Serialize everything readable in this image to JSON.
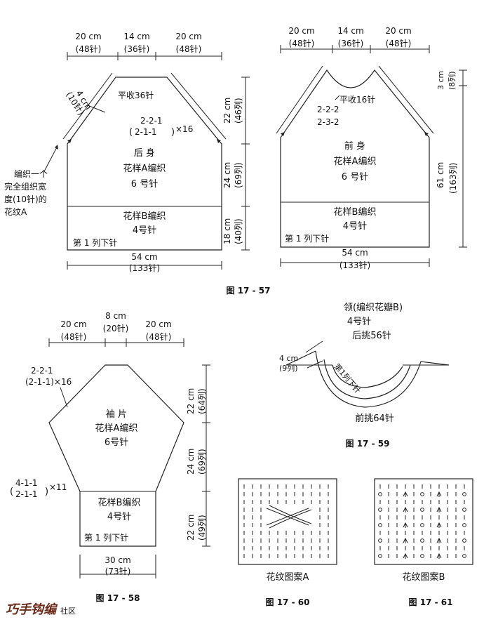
{
  "fig57": {
    "back": {
      "top_widths": [
        [
          "20 cm",
          "(48针)"
        ],
        [
          "14 cm",
          "(36针)"
        ],
        [
          "20 cm",
          "(48针)"
        ]
      ],
      "shoulder": [
        "4 cm",
        "(10针)"
      ],
      "bind_off": "平收36针",
      "decrease_a": "2-2-1",
      "decrease_b": "2-1-1",
      "decrease_times": "×16",
      "heights": [
        [
          "22 cm",
          "(46列)"
        ],
        [
          "24 cm",
          "(69列)"
        ],
        [
          "18 cm",
          "(40列)"
        ]
      ],
      "note": [
        "编织一个",
        "完全组织宽",
        "度(10针)的",
        "花纹A"
      ],
      "name": "后  身",
      "pattern_a": "花样A编织",
      "needle_a": "6 号针",
      "pattern_b": "花样B编织",
      "needle_b": "4号针",
      "cast_on": "第 1 列下针",
      "width": [
        "54 cm",
        "(133针)"
      ]
    },
    "front": {
      "top_widths": [
        [
          "20 cm",
          "(48针)"
        ],
        [
          "14 cm",
          "(36针)"
        ],
        [
          "20 cm",
          "(48针)"
        ]
      ],
      "neck_depth": [
        "3 cm",
        "(8列)"
      ],
      "bind_off": "平收16针",
      "dec1": "2-2-2",
      "dec2": "2-3-2",
      "total_height": [
        "61 cm",
        "(163列)"
      ],
      "name": "前  身",
      "pattern_a": "花样A编织",
      "needle_a": "6 号针",
      "pattern_b": "花样B编织",
      "needle_b": "4号针",
      "cast_on": "第 1 列下针",
      "width": [
        "54 cm",
        "(133针)"
      ]
    },
    "caption": "图 17 - 57"
  },
  "fig58": {
    "top_widths": [
      [
        "20 cm",
        "(48针)"
      ],
      [
        "8 cm",
        "(20针)"
      ],
      [
        "20 cm",
        "(48针)"
      ]
    ],
    "dec_top_a": "2-2-1",
    "dec_top_b": "(2-1-1)×16",
    "dec_bot_a": "4-1-1",
    "dec_bot_b": "2-1-1",
    "dec_bot_times": "×11",
    "heights": [
      [
        "22 cm",
        "(64列)"
      ],
      [
        "24 cm",
        "(69列)"
      ],
      [
        "22 cm",
        "(49列)"
      ]
    ],
    "name": "袖  片",
    "pattern_a": "花样A编织",
    "needle_a": "6号针",
    "pattern_b": "花样B编织",
    "needle_b": "4号针",
    "cast_on": "第 1 列下针",
    "width": [
      "30 cm",
      "(73针)"
    ],
    "caption": "图 17 - 58"
  },
  "fig59": {
    "title": "领(编织花瓣B)",
    "needle": "4号针",
    "back_pick": "后挑56针",
    "depth": [
      "4 cm",
      "(9列)"
    ],
    "inner_label": "第1列下针",
    "front_pick": "前挑64针",
    "caption": "图 17 - 59"
  },
  "fig60": {
    "label": "花纹图案A",
    "caption": "图 17 - 60"
  },
  "fig61": {
    "label": "花纹图案B",
    "caption": "图 17 - 61"
  },
  "watermark": {
    "text": "巧手钩编",
    "sub": "社区"
  }
}
